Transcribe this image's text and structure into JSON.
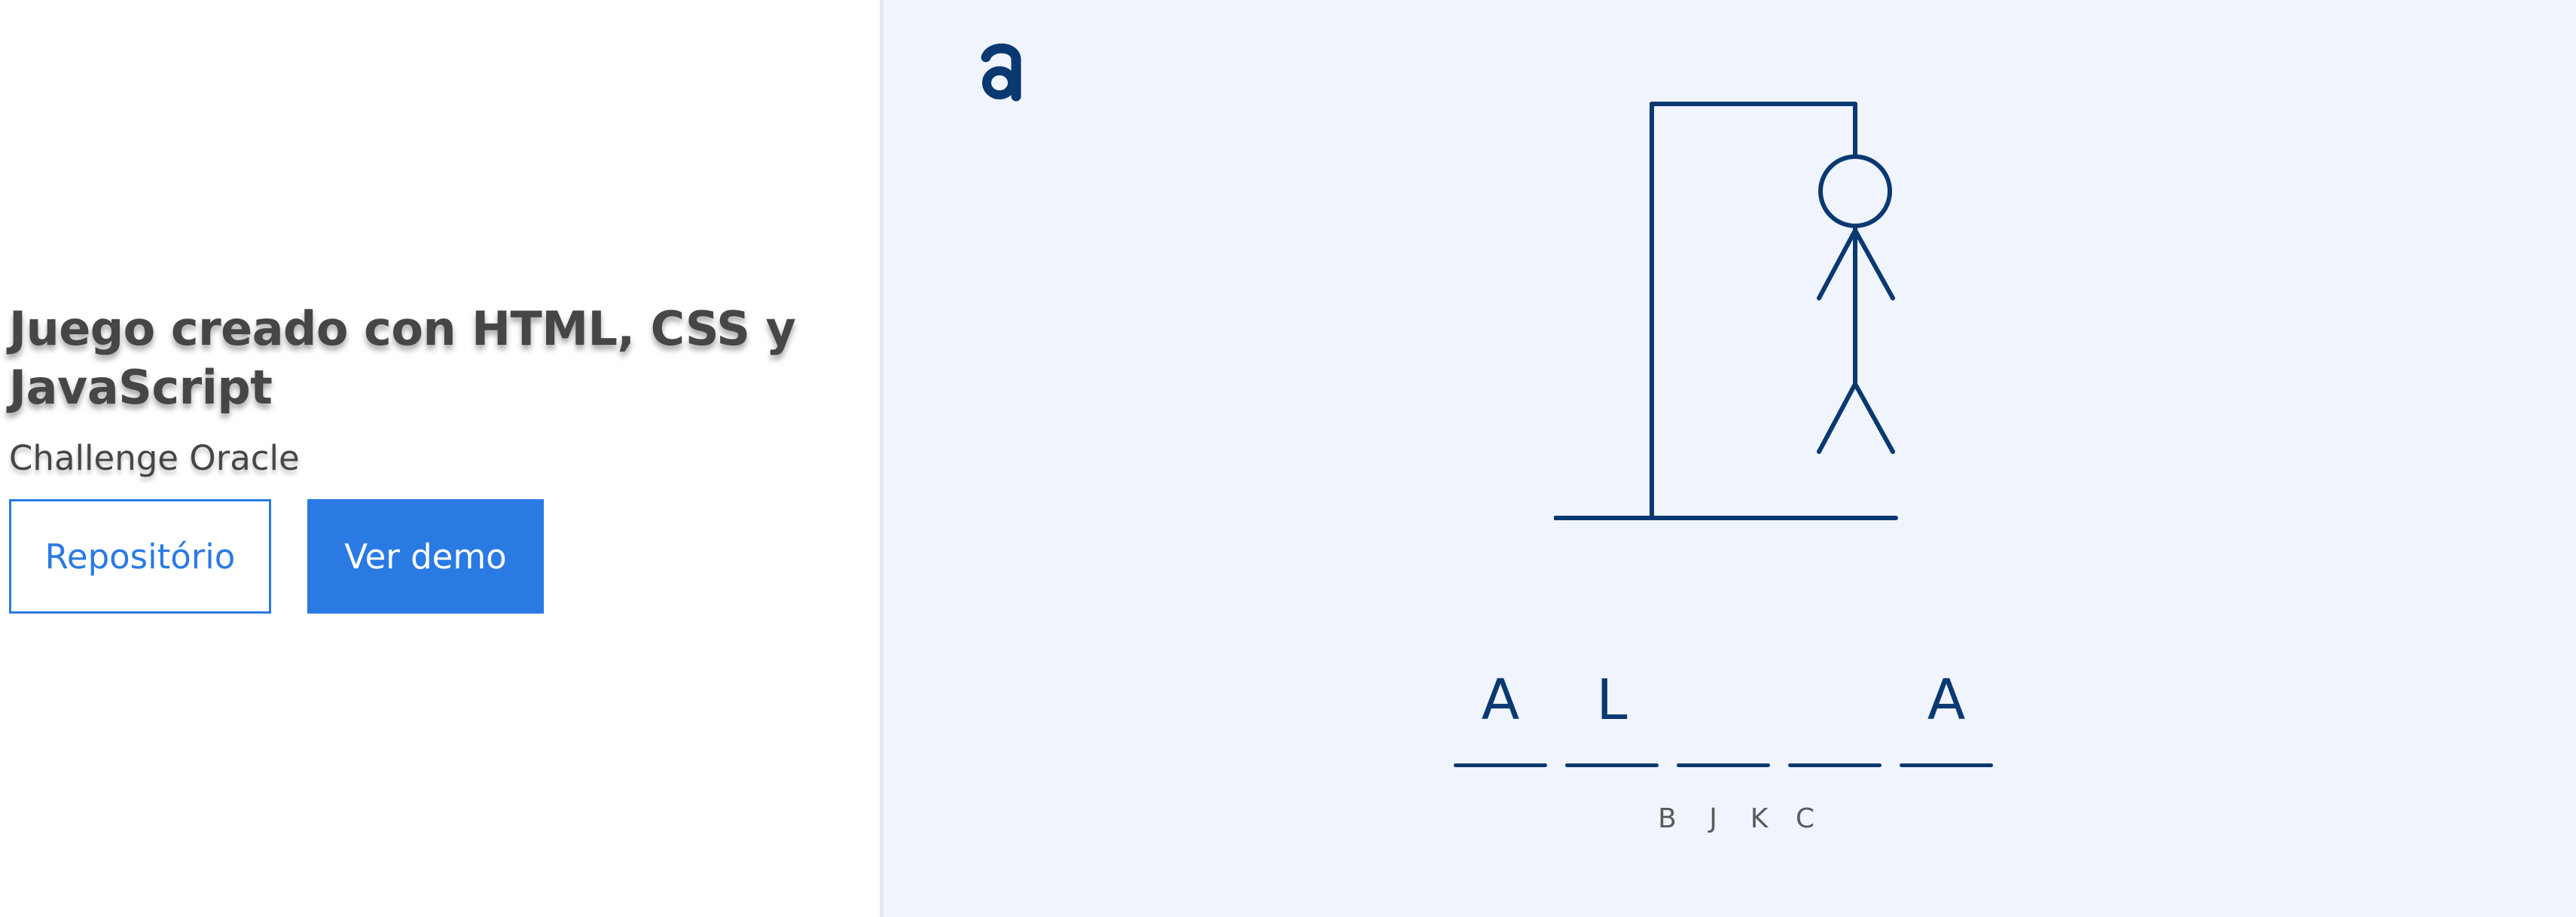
{
  "project": {
    "title": "Juego creado con HTML, CSS y JavaScript",
    "subtitle": "Challenge Oracle",
    "repo_button": "Repositório",
    "demo_button": "Ver demo"
  },
  "preview": {
    "logo_letter": "a",
    "word_slots": [
      "A",
      "L",
      "",
      "",
      "A"
    ],
    "wrong_letters": [
      "B",
      "J",
      "K",
      "C"
    ],
    "hangman_stage": "full-figure"
  },
  "colors": {
    "accent": "#2a7ae4",
    "text": "#464646",
    "preview_background": "#f0f4fc",
    "game_ink": "#0a3871"
  },
  "icons": {
    "logo": "brand-logo-icon",
    "drawing": "hangman-gallows-icon"
  }
}
